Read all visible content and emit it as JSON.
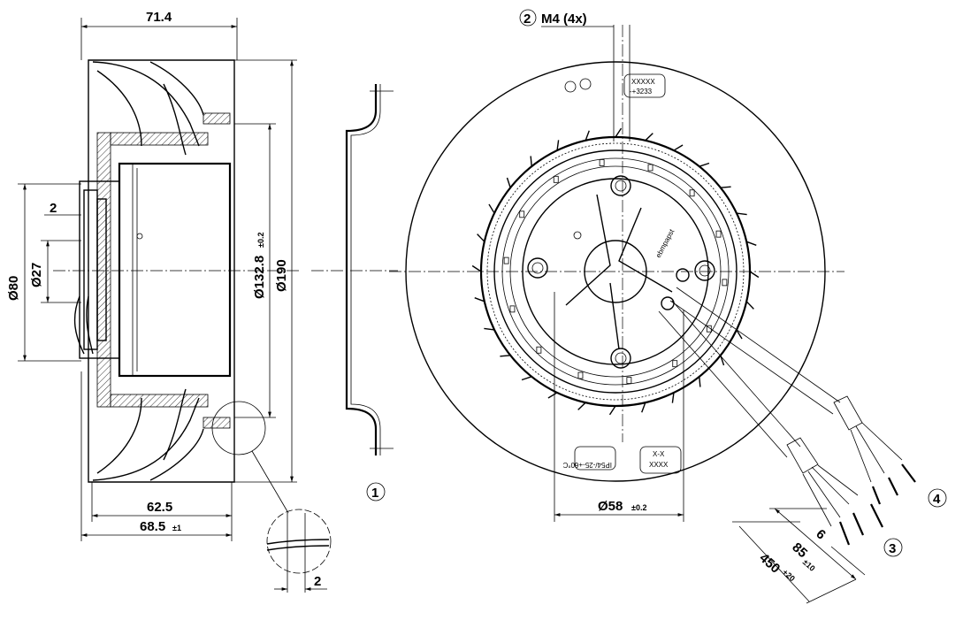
{
  "dimensions": {
    "width_714": "71.4",
    "dia_80": "Ø80",
    "dia_27": "Ø27",
    "gap_2": "2",
    "dia_1328": "Ø132.8",
    "tol_1328": "±0.2",
    "dia_190": "Ø190",
    "len_625": "62.5",
    "len_685": "68.5",
    "tol_685": "±1",
    "detail_2": "2",
    "dia_58": "Ø58",
    "tol_58": "±0.2",
    "cable_6": "6",
    "cable_85": "85",
    "tol_85": "±10",
    "cable_450": "450",
    "tol_450": "+20"
  },
  "callouts": {
    "c1": "1",
    "c2": "2",
    "c2_text": "M4 (4x)",
    "c3": "3",
    "c4": "4"
  },
  "labels": {
    "rating_top": "XXXXX",
    "rating_bottom": "-+3233",
    "xx_top": "X-X",
    "xx_bottom": "XXXX",
    "ip_label": "IP54/-25-+60°C",
    "brand": "ebmpapst"
  }
}
